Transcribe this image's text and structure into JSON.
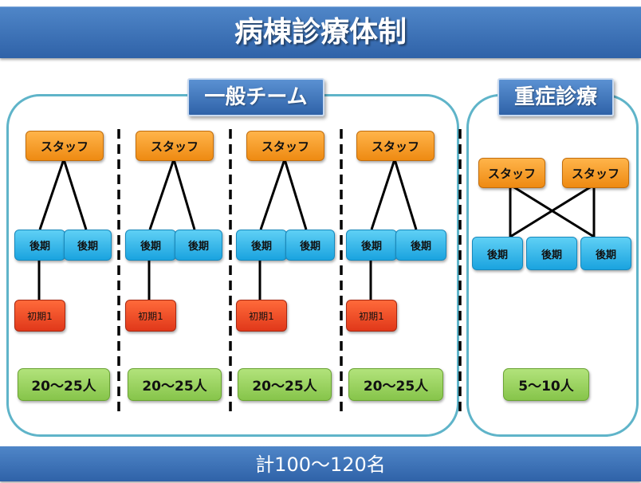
{
  "title": "病棟診療体制",
  "general": {
    "title": "一般チーム",
    "teams": [
      {
        "staff": "スタッフ",
        "senior": [
          "後期",
          "後期"
        ],
        "junior": "初期1",
        "count": "20〜25人"
      },
      {
        "staff": "スタッフ",
        "senior": [
          "後期",
          "後期"
        ],
        "junior": "初期1",
        "count": "20〜25人"
      },
      {
        "staff": "スタッフ",
        "senior": [
          "後期",
          "後期"
        ],
        "junior": "初期1",
        "count": "20〜25人"
      },
      {
        "staff": "スタッフ",
        "senior": [
          "後期",
          "後期"
        ],
        "junior": "初期1",
        "count": "20〜25人"
      }
    ]
  },
  "severe": {
    "title": "重症診療",
    "staff": [
      "スタッフ",
      "スタッフ"
    ],
    "senior": [
      "後期",
      "後期",
      "後期"
    ],
    "count": "5〜10人"
  },
  "total": "計100〜120名"
}
